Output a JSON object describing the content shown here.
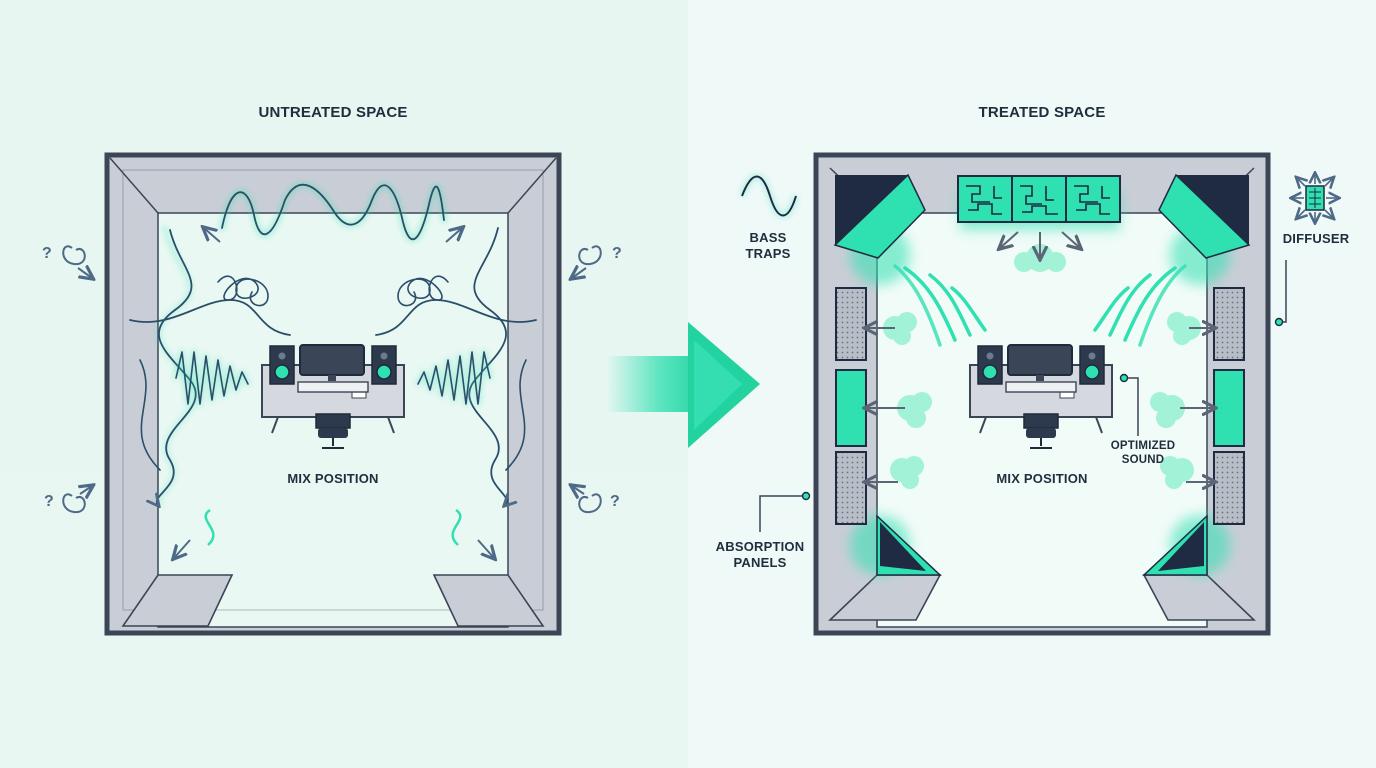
{
  "untreated": {
    "title": "UNTREATED SPACE",
    "mix_label": "MIX POSITION"
  },
  "treated": {
    "title": "TREATED SPACE",
    "mix_label": "MIX POSITION",
    "bass_traps_line1": "BASS",
    "bass_traps_line2": "TRAPS",
    "diffuser_label": "DIFFUSER",
    "absorption_line1": "ABSORPTION",
    "absorption_line2": "PANELS",
    "optimized_line1": "OPTIMIZED",
    "optimized_line2": "SOUND"
  },
  "colors": {
    "accent": "#2fe0b0",
    "wall": "#3b4556",
    "wall_fill": "#c9ced6",
    "dark": "#1e2b43",
    "text": "#1f2d3d"
  },
  "icons": [
    "question-echo-icon",
    "reflection-arrow-icon",
    "sine-wave-icon",
    "diffuser-icon",
    "sound-cloud-icon",
    "transition-arrow-icon"
  ]
}
